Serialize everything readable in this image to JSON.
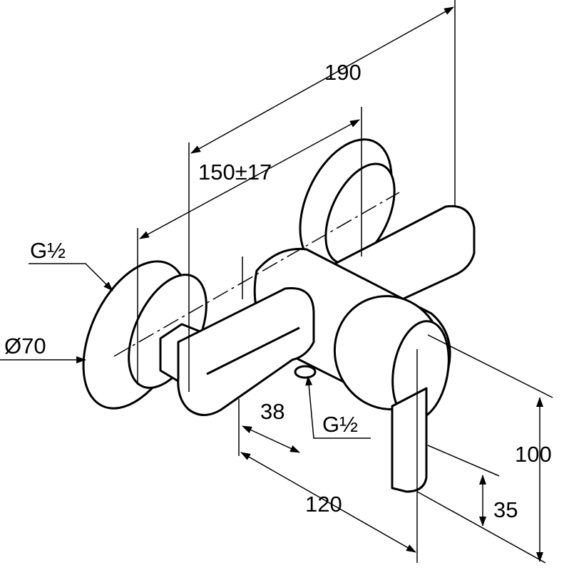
{
  "drawing": {
    "dimensions": {
      "overall_width": "190",
      "center_distance": "150±17",
      "inlet_thread": "G½",
      "rosette_diameter": "Ø70",
      "outlet_offset": "38",
      "outlet_thread": "G½",
      "depth": "120",
      "height": "100",
      "outlet_height": "35"
    }
  }
}
